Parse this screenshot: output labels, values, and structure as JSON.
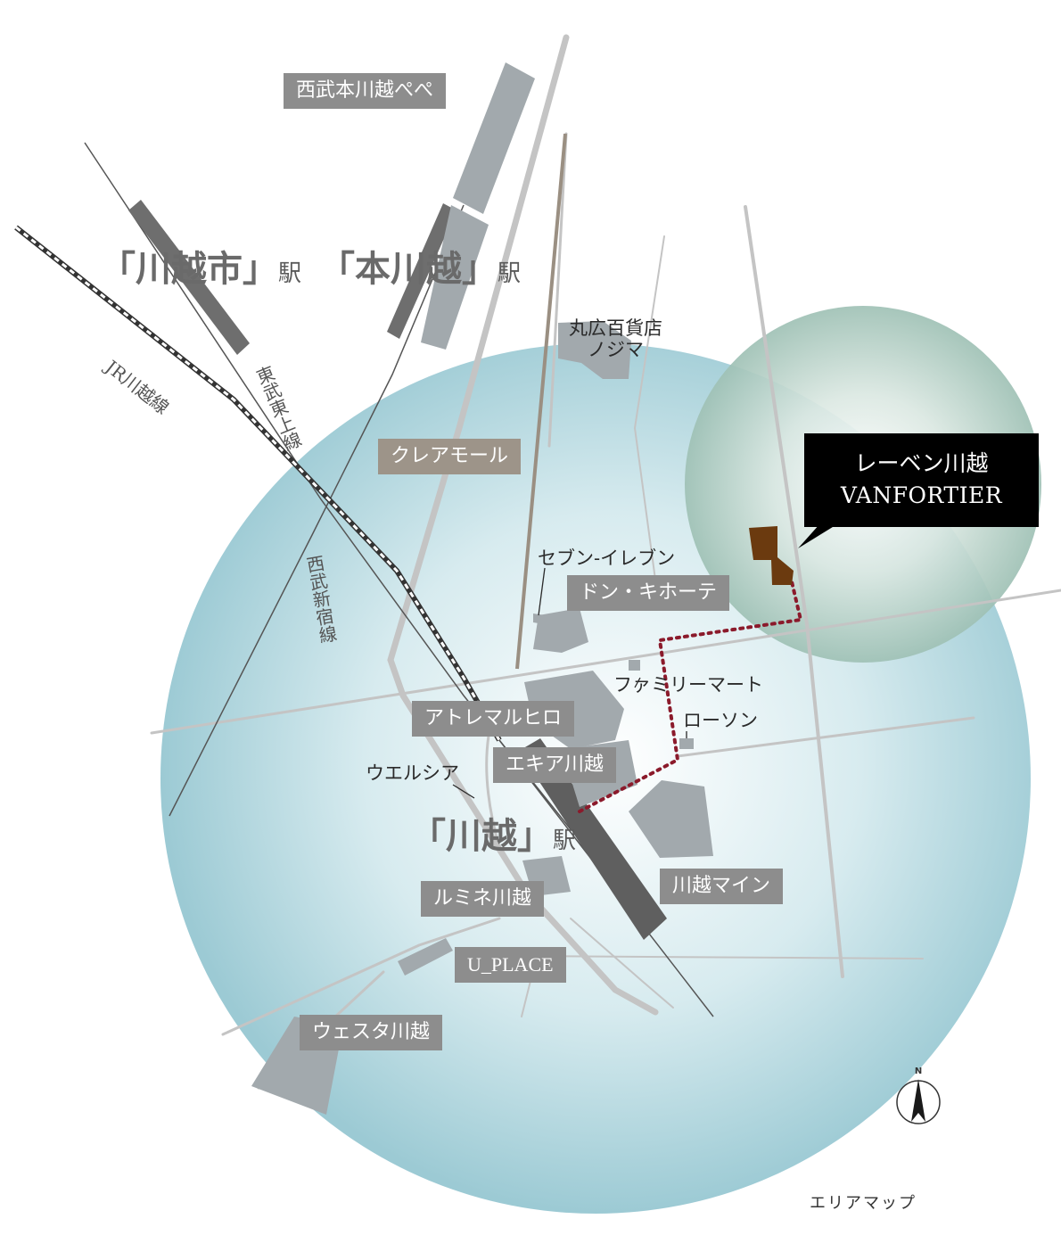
{
  "stations": {
    "kawagoeshi": {
      "name": "「川越市」",
      "suffix": "駅"
    },
    "honkawagoe": {
      "name": "「本川越」",
      "suffix": "駅"
    },
    "kawagoe": {
      "name": "「川越」",
      "suffix": "駅"
    }
  },
  "railway_lines": {
    "jr": "JR川越線",
    "tobu": "東武東上線",
    "seibu": "西武新宿線"
  },
  "landmarks": {
    "seibu_pepe": "西武本川越ぺぺ",
    "maruhiro": "丸広百貨店\nノジマ",
    "crea_mall": "クレアモール",
    "seven_eleven": "セブン‐イレブン",
    "donki": "ドン・キホーテ",
    "familymart": "ファミリーマート",
    "lawson": "ローソン",
    "atre": "アトレマルヒロ",
    "welcia": "ウエルシア",
    "ekia": "エキア川越",
    "lumine": "ルミネ川越",
    "kawagoe_mine": "川越マイン",
    "u_place": "U_PLACE",
    "westa": "ウェスタ川越"
  },
  "property": {
    "name_ja": "レーベン川越",
    "name_en": "VANFORTIER",
    "marker_color": "#6b3a0f"
  },
  "compass": {
    "label": "N"
  },
  "caption": "エリアマップ",
  "colors": {
    "route": "#8b1a2b",
    "label_gray": "#8d8d8d",
    "label_brown": "#9d9489",
    "circle_blue": "#a8d0d8",
    "circle_green": "#a9c8bd"
  }
}
